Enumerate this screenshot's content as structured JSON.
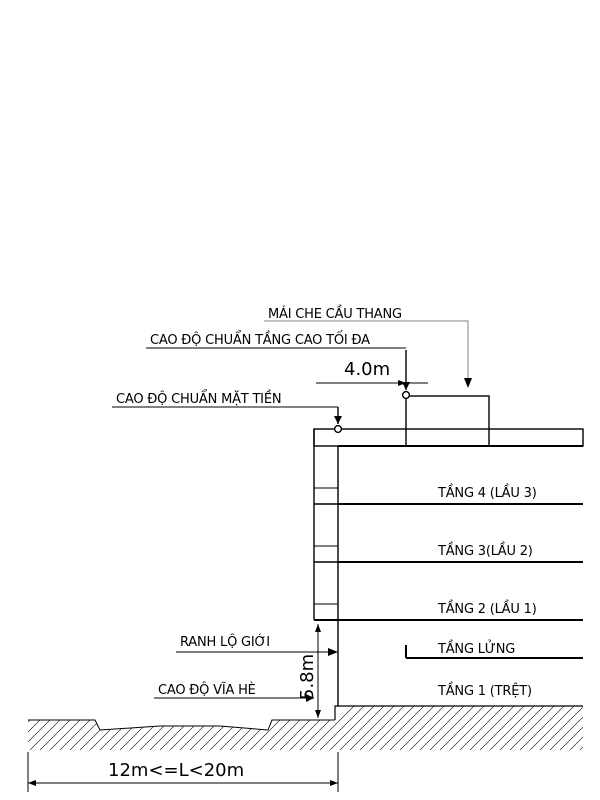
{
  "labels": {
    "mai_che": "MÁI CHE CẦU THANG",
    "cao_do_toi_da": "CAO ĐỘ CHUẨN TẦNG CAO TỐI ĐA",
    "cao_do_mat_tien": "CAO ĐỘ CHUẨN MẶT TIỀN",
    "ranh_lo_gioi": "RANH LỘ GIỚI",
    "cao_do_via_he": "CAO ĐỘ VĨA HÈ",
    "tang_4": "TẦNG 4 (LẦU 3)",
    "tang_3": "TẦNG 3(LẦU 2)",
    "tang_2": "TẦNG 2 (LẦU 1)",
    "tang_lung": "TẦNG LỬNG",
    "tang_1": "TẦNG 1 (TRỆT)"
  },
  "dimensions": {
    "setback": "4.0m",
    "ground_height": "5.8m",
    "street_width": "12m<=L<20m"
  },
  "colors": {
    "line": "#000000",
    "leader": "#808080",
    "background": "#ffffff"
  }
}
